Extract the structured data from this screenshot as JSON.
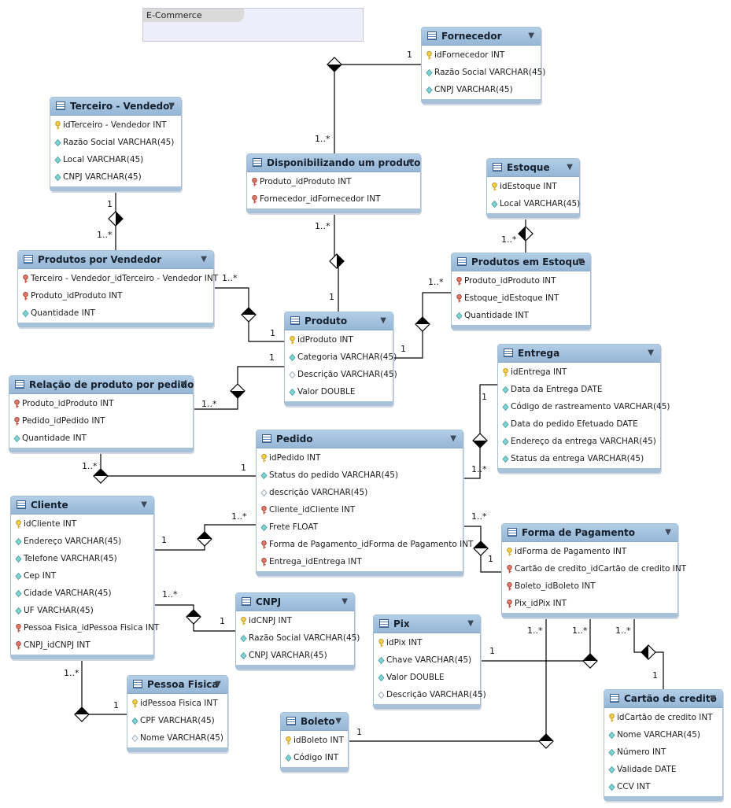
{
  "group": {
    "title": "E-Commerce"
  },
  "tables": [
    {
      "id": "fornecedor",
      "title": "Fornecedor",
      "columns": [
        {
          "name": "idFornecedor INT",
          "key": "pk"
        },
        {
          "name": "Razão Social VARCHAR(45)",
          "key": "attr"
        },
        {
          "name": "CNPJ VARCHAR(45)",
          "key": "attr"
        }
      ]
    },
    {
      "id": "terceiro-vendedor",
      "title": "Terceiro - Vendedor",
      "columns": [
        {
          "name": "idTerceiro - Vendedor INT",
          "key": "pk"
        },
        {
          "name": "Razão Social VARCHAR(45)",
          "key": "attr"
        },
        {
          "name": "Local VARCHAR(45)",
          "key": "attr"
        },
        {
          "name": "CNPJ VARCHAR(45)",
          "key": "attr"
        }
      ]
    },
    {
      "id": "disponibilizando",
      "title": "Disponibilizando um produto",
      "columns": [
        {
          "name": "Produto_idProduto INT",
          "key": "fk"
        },
        {
          "name": "Fornecedor_idFornecedor INT",
          "key": "fk"
        }
      ]
    },
    {
      "id": "estoque",
      "title": "Estoque",
      "columns": [
        {
          "name": "idEstoque INT",
          "key": "pk"
        },
        {
          "name": "Local VARCHAR(45)",
          "key": "attr"
        }
      ]
    },
    {
      "id": "produtos-vendedor",
      "title": "Produtos por Vendedor",
      "columns": [
        {
          "name": "Terceiro - Vendedor_idTerceiro - Vendedor INT",
          "key": "fk"
        },
        {
          "name": "Produto_idProduto INT",
          "key": "fk"
        },
        {
          "name": "Quantidade INT",
          "key": "attr"
        }
      ]
    },
    {
      "id": "produtos-estoque",
      "title": "Produtos em Estoque",
      "columns": [
        {
          "name": "Produto_idProduto INT",
          "key": "fk"
        },
        {
          "name": "Estoque_idEstoque INT",
          "key": "fk"
        },
        {
          "name": "Quantidade INT",
          "key": "attr"
        }
      ]
    },
    {
      "id": "produto",
      "title": "Produto",
      "columns": [
        {
          "name": "idProduto INT",
          "key": "pk"
        },
        {
          "name": "Categoria VARCHAR(45)",
          "key": "attr"
        },
        {
          "name": "Descrição VARCHAR(45)",
          "key": "nullable"
        },
        {
          "name": "Valor DOUBLE",
          "key": "attr"
        }
      ]
    },
    {
      "id": "entrega",
      "title": "Entrega",
      "columns": [
        {
          "name": "idEntrega INT",
          "key": "pk"
        },
        {
          "name": "Data da Entrega DATE",
          "key": "attr"
        },
        {
          "name": "Código de rastreamento VARCHAR(45)",
          "key": "attr"
        },
        {
          "name": "Data do pedido Efetuado DATE",
          "key": "attr"
        },
        {
          "name": "Endereço da entrega VARCHAR(45)",
          "key": "attr"
        },
        {
          "name": "Status da entrega VARCHAR(45)",
          "key": "attr"
        }
      ]
    },
    {
      "id": "relacao-produto-pedido",
      "title": "Relação de produto por pedido",
      "columns": [
        {
          "name": "Produto_idProduto INT",
          "key": "fk"
        },
        {
          "name": "Pedido_idPedido INT",
          "key": "fk"
        },
        {
          "name": "Quantidade INT",
          "key": "attr"
        }
      ]
    },
    {
      "id": "pedido",
      "title": "Pedido",
      "columns": [
        {
          "name": "idPedido INT",
          "key": "pk"
        },
        {
          "name": "Status do pedido VARCHAR(45)",
          "key": "attr"
        },
        {
          "name": "descrição VARCHAR(45)",
          "key": "nullable"
        },
        {
          "name": "Cliente_idCliente INT",
          "key": "fk"
        },
        {
          "name": "Frete FLOAT",
          "key": "attr"
        },
        {
          "name": "Forma de Pagamento_idForma de Pagamento INT",
          "key": "fk"
        },
        {
          "name": "Entrega_idEntrega INT",
          "key": "fk"
        }
      ]
    },
    {
      "id": "cliente",
      "title": "Cliente",
      "columns": [
        {
          "name": "idCliente INT",
          "key": "pk"
        },
        {
          "name": "Endereço VARCHAR(45)",
          "key": "attr"
        },
        {
          "name": "Telefone VARCHAR(45)",
          "key": "attr"
        },
        {
          "name": "Cep INT",
          "key": "attr"
        },
        {
          "name": "Cidade VARCHAR(45)",
          "key": "attr"
        },
        {
          "name": "UF VARCHAR(45)",
          "key": "attr"
        },
        {
          "name": "Pessoa Fisica_idPessoa Fisica INT",
          "key": "fk"
        },
        {
          "name": "CNPJ_idCNPJ INT",
          "key": "fk"
        }
      ]
    },
    {
      "id": "forma-pagamento",
      "title": "Forma de Pagamento",
      "columns": [
        {
          "name": "idForma de Pagamento INT",
          "key": "pk"
        },
        {
          "name": "Cartão de credito_idCartão de credito INT",
          "key": "fk"
        },
        {
          "name": "Boleto_idBoleto INT",
          "key": "fk"
        },
        {
          "name": "Pix_idPix INT",
          "key": "fk"
        }
      ]
    },
    {
      "id": "cnpj",
      "title": "CNPJ",
      "columns": [
        {
          "name": "idCNPJ INT",
          "key": "pk"
        },
        {
          "name": "Razão Social VARCHAR(45)",
          "key": "attr"
        },
        {
          "name": "CNPJ VARCHAR(45)",
          "key": "attr"
        }
      ]
    },
    {
      "id": "pix",
      "title": "Pix",
      "columns": [
        {
          "name": "idPix INT",
          "key": "pk"
        },
        {
          "name": "Chave VARCHAR(45)",
          "key": "attr"
        },
        {
          "name": "Valor DOUBLE",
          "key": "attr"
        },
        {
          "name": "Descrição VARCHAR(45)",
          "key": "nullable"
        }
      ]
    },
    {
      "id": "pessoa-fisica",
      "title": "Pessoa Fisica",
      "columns": [
        {
          "name": "idPessoa Fisica INT",
          "key": "pk"
        },
        {
          "name": "CPF VARCHAR(45)",
          "key": "attr"
        },
        {
          "name": "Nome VARCHAR(45)",
          "key": "nullable"
        }
      ]
    },
    {
      "id": "cartao-credito",
      "title": "Cartão de credito",
      "columns": [
        {
          "name": "idCartão de credito INT",
          "key": "pk"
        },
        {
          "name": "Nome VARCHAR(45)",
          "key": "attr"
        },
        {
          "name": "Número INT",
          "key": "attr"
        },
        {
          "name": "Validade DATE",
          "key": "attr"
        },
        {
          "name": "CCV INT",
          "key": "attr"
        }
      ]
    },
    {
      "id": "boleto",
      "title": "Boleto",
      "columns": [
        {
          "name": "idBoleto INT",
          "key": "pk"
        },
        {
          "name": "Código INT",
          "key": "attr"
        }
      ]
    }
  ],
  "relations": [
    {
      "id": "fornecedor-disponibilizando",
      "labels": [
        "1",
        "1..*"
      ]
    },
    {
      "id": "disponibilizando-produto",
      "labels": [
        "1..*",
        "1"
      ]
    },
    {
      "id": "terceiro-produtos-vendedor",
      "labels": [
        "1",
        "1..*"
      ]
    },
    {
      "id": "produtos-vendedor-produto",
      "labels": [
        "1..*",
        "1"
      ]
    },
    {
      "id": "estoque-produtos-estoque",
      "labels": [
        "1..*"
      ]
    },
    {
      "id": "produto-produtos-estoque",
      "labels": [
        "1",
        "1..*"
      ]
    },
    {
      "id": "produto-relacao",
      "labels": [
        "1",
        "1..*"
      ]
    },
    {
      "id": "relacao-pedido",
      "labels": [
        "1..*",
        "1"
      ]
    },
    {
      "id": "entrega-pedido",
      "labels": [
        "1",
        "1..*"
      ]
    },
    {
      "id": "cliente-pedido",
      "labels": [
        "1",
        "1..*"
      ]
    },
    {
      "id": "pedido-forma-pagamento",
      "labels": [
        "1..*",
        "1"
      ]
    },
    {
      "id": "cliente-cnpj",
      "labels": [
        "1..*",
        "1"
      ]
    },
    {
      "id": "cliente-pessoa-fisica",
      "labels": [
        "1..*",
        "1"
      ]
    },
    {
      "id": "pix-forma-pagamento",
      "labels": [
        "1",
        "1..*"
      ]
    },
    {
      "id": "boleto-forma-pagamento",
      "labels": [
        "1",
        "1..*"
      ]
    },
    {
      "id": "cartao-forma-pagamento",
      "labels": [
        "1..*",
        "1"
      ]
    }
  ]
}
